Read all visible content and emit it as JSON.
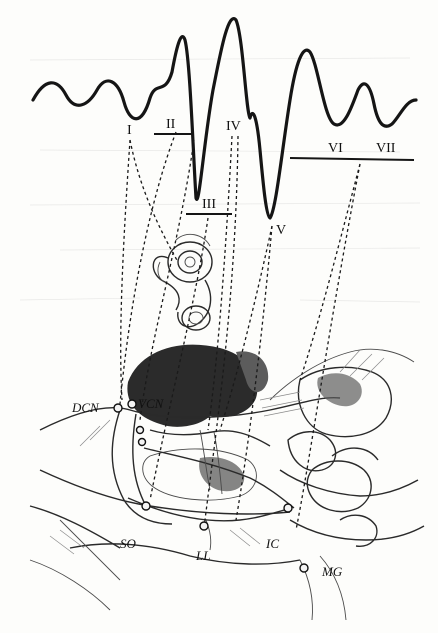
{
  "waveform_peaks": {
    "I": "I",
    "II": "II",
    "III": "III",
    "IV": "IV",
    "V": "V",
    "VI": "VI",
    "VII": "VII"
  },
  "structures": {
    "dcn": "DCN",
    "vcn": "VCN",
    "so": "SO",
    "ll": "LL",
    "ic": "IC",
    "mg": "MG"
  }
}
